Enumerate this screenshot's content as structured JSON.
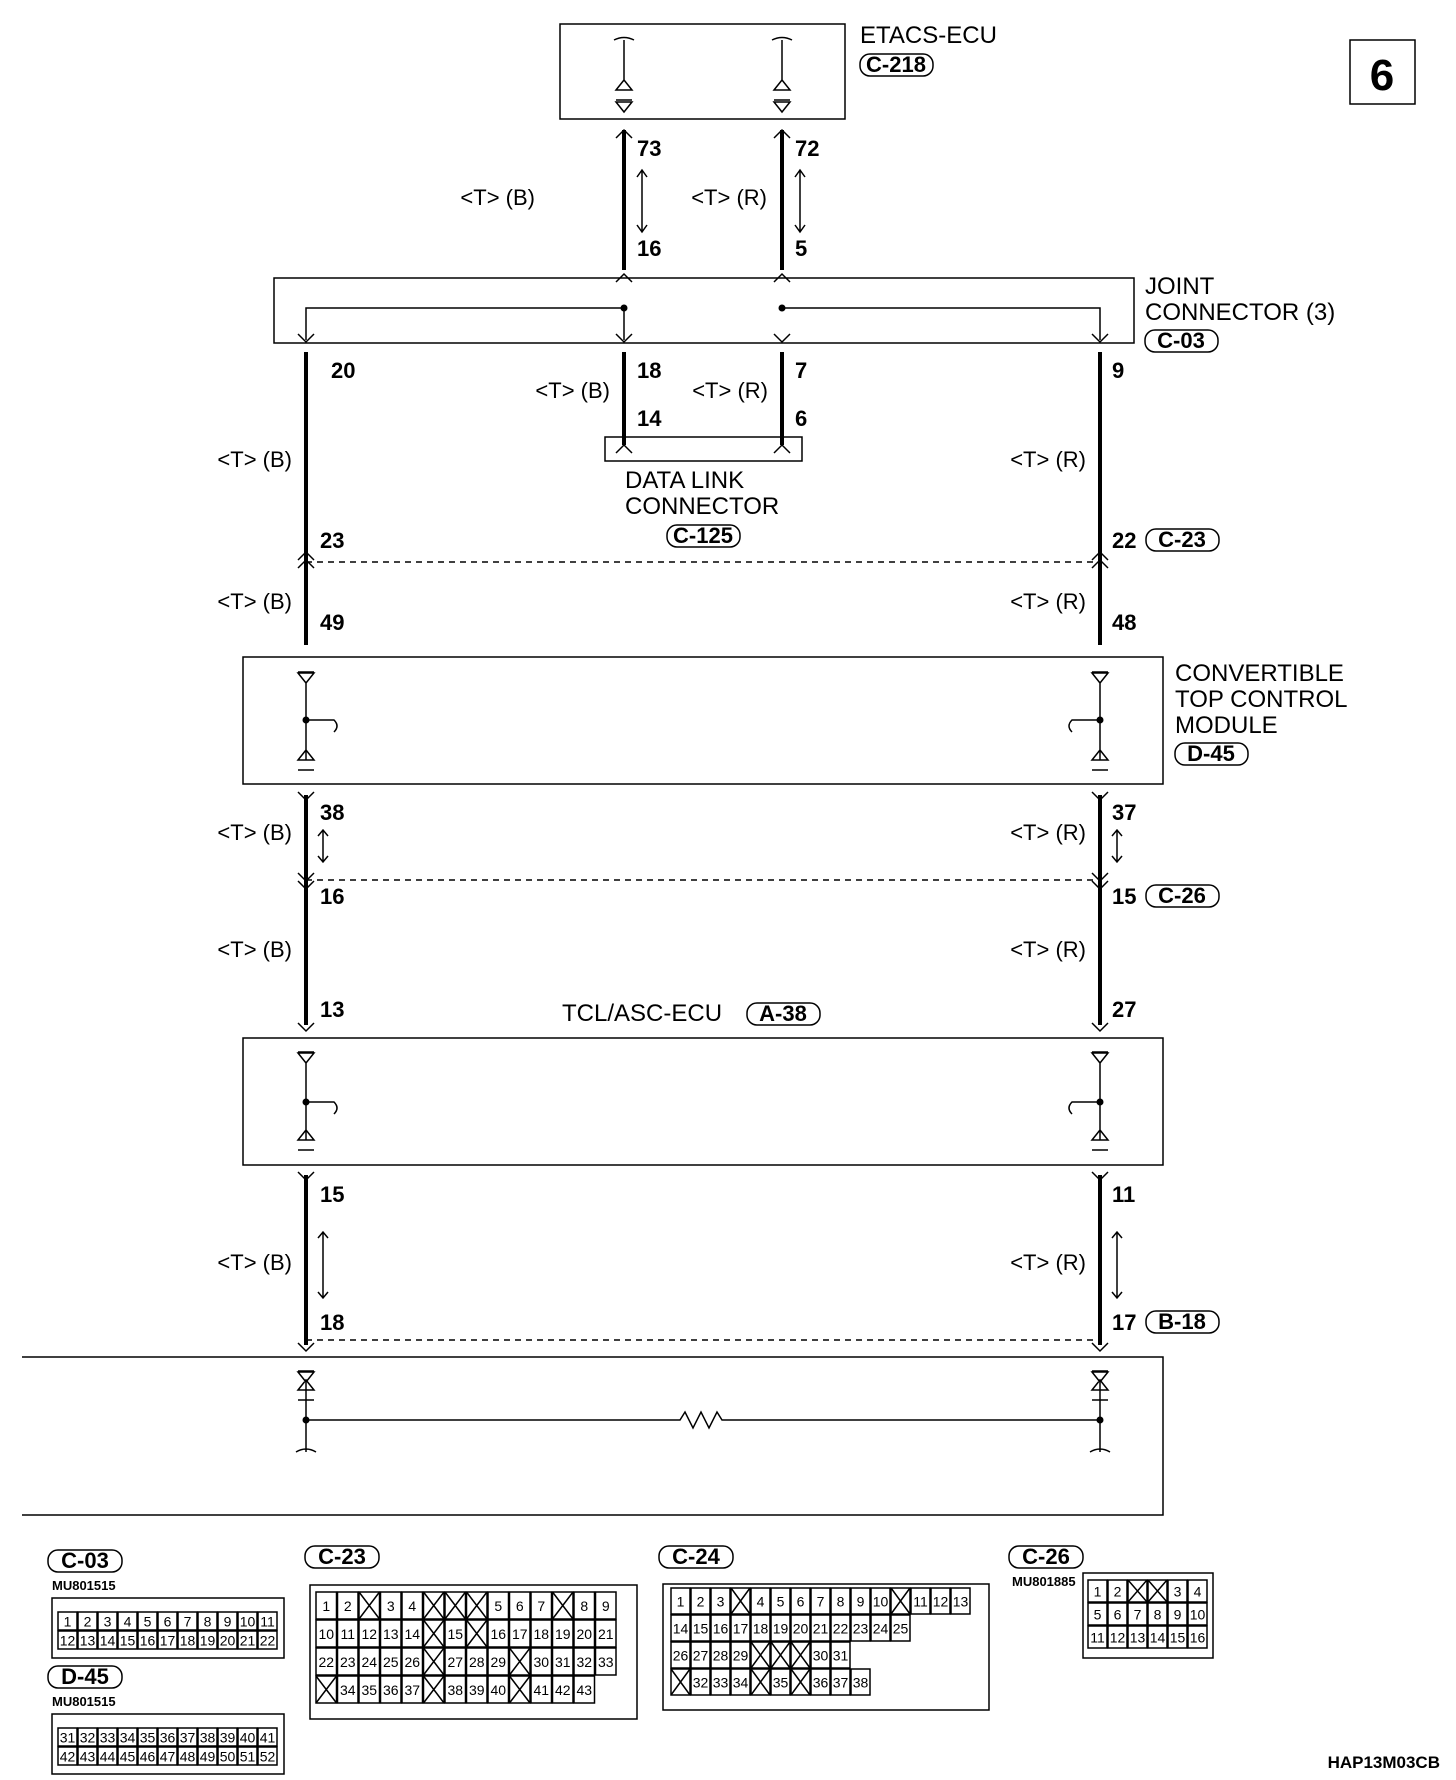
{
  "page_number": "6",
  "drawing_code": "HAP13M03CB",
  "components": {
    "etacs": {
      "name": "ETACS-ECU",
      "connector": "C-218"
    },
    "joint": {
      "name_line1": "JOINT",
      "name_line2": "CONNECTOR (3)",
      "connector": "C-03"
    },
    "dlc": {
      "name_line1": "DATA LINK",
      "name_line2": "CONNECTOR",
      "connector": "C-125"
    },
    "convertible": {
      "name_line1": "CONVERTIBLE",
      "name_line2": "TOP CONTROL",
      "name_line3": "MODULE",
      "connector": "D-45"
    },
    "tcl": {
      "name": "TCL/ASC-ECU",
      "connector": "A-38"
    }
  },
  "intermediate_connectors": {
    "c23": "C-23",
    "c26": "C-26",
    "b18": "B-18"
  },
  "wire_labels": {
    "black": "<T> (B)",
    "red": "<T> (R)"
  },
  "pins": {
    "etacs_b": "73",
    "etacs_r": "72",
    "joint_in_b": "16",
    "joint_in_r": "5",
    "joint_out_left": "20",
    "joint_out_b": "18",
    "joint_out_r": "7",
    "joint_out_right": "9",
    "dlc_b": "14",
    "dlc_r": "6",
    "c23_left": "23",
    "c23_right": "22",
    "conv_in_left": "49",
    "conv_in_right": "48",
    "conv_out_left": "38",
    "conv_out_right": "37",
    "c26_left": "16",
    "c26_right": "15",
    "tcl_in_left": "13",
    "tcl_in_right": "27",
    "tcl_out_left": "15",
    "tcl_out_right": "11",
    "b18_left": "18",
    "b18_right": "17"
  },
  "connector_views": [
    {
      "id": "C-03",
      "part_number": "MU801515",
      "rows": [
        [
          "1",
          "2",
          "3",
          "4",
          "5",
          "6",
          "7",
          "8",
          "9",
          "10",
          "11"
        ],
        [
          "12",
          "13",
          "14",
          "15",
          "16",
          "17",
          "18",
          "19",
          "20",
          "21",
          "22"
        ]
      ]
    },
    {
      "id": "D-45",
      "part_number": "MU801515",
      "rows": [
        [
          "31",
          "32",
          "33",
          "34",
          "35",
          "36",
          "37",
          "38",
          "39",
          "40",
          "41"
        ],
        [
          "42",
          "43",
          "44",
          "45",
          "46",
          "47",
          "48",
          "49",
          "50",
          "51",
          "52"
        ]
      ]
    },
    {
      "id": "C-23",
      "part_number": "",
      "rows": [
        [
          "1",
          "2",
          "",
          "3",
          "4",
          "",
          "",
          "",
          "5",
          "6",
          "7",
          "",
          "8",
          "9"
        ],
        [
          "10",
          "11",
          "12",
          "13",
          "14",
          "",
          "15",
          "",
          "16",
          "17",
          "18",
          "19",
          "20",
          "21"
        ],
        [
          "22",
          "23",
          "24",
          "25",
          "26",
          "",
          "27",
          "28",
          "29",
          "",
          "30",
          "31",
          "32",
          "33"
        ],
        [
          "",
          "34",
          "35",
          "36",
          "37",
          "",
          "38",
          "39",
          "40",
          "",
          "41",
          "42",
          "43"
        ]
      ]
    },
    {
      "id": "C-24",
      "part_number": "",
      "rows": [
        [
          "1",
          "2",
          "3",
          "",
          "4",
          "5",
          "6",
          "7",
          "8",
          "9",
          "10",
          "",
          "11",
          "12",
          "13"
        ],
        [
          "14",
          "15",
          "16",
          "17",
          "18",
          "19",
          "20",
          "21",
          "22",
          "23",
          "24",
          "25"
        ],
        [
          "26",
          "27",
          "28",
          "29",
          "",
          "",
          "",
          "30",
          "31"
        ],
        [
          "",
          "32",
          "33",
          "34",
          "",
          "35",
          "",
          "36",
          "37",
          "38"
        ]
      ]
    },
    {
      "id": "C-26",
      "part_number": "MU801885",
      "rows": [
        [
          "1",
          "2",
          "",
          "",
          "3",
          "4"
        ],
        [
          "5",
          "6",
          "7",
          "8",
          "9",
          "10"
        ],
        [
          "11",
          "12",
          "13",
          "14",
          "15",
          "16"
        ]
      ]
    }
  ]
}
